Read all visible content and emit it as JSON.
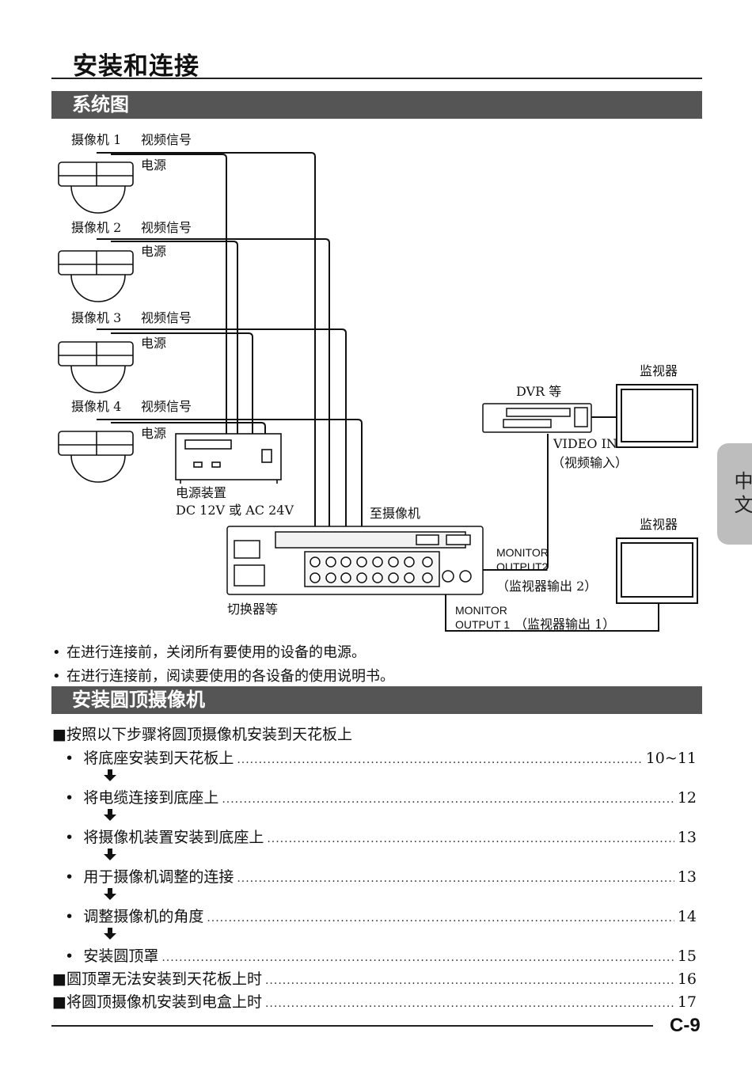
{
  "page_title": "安装和连接",
  "section1_title": "系统图",
  "diagram": {
    "cameras": [
      {
        "label": "摄像机 1",
        "video": "视频信号",
        "power": "电源"
      },
      {
        "label": "摄像机 2",
        "video": "视频信号",
        "power": "电源"
      },
      {
        "label": "摄像机 3",
        "video": "视频信号",
        "power": "电源"
      },
      {
        "label": "摄像机 4",
        "video": "视频信号",
        "power": "电源"
      }
    ],
    "power_unit_line1": "电源装置",
    "power_unit_line2": "DC 12V 或 AC 24V",
    "to_camera": "至摄像机",
    "switcher": "切换器等",
    "dvr": "DVR 等",
    "monitor1": "监视器",
    "monitor2": "监视器",
    "video_in": "VIDEO IN",
    "video_in_cn": "（视频输入）",
    "monitor_output2_a": "MONITOR",
    "monitor_output2_b": "OUTPUT2",
    "monitor_output2_cn": "（监视器输出 2）",
    "monitor_output1_a": "MONITOR",
    "monitor_output1_b": "OUTPUT 1",
    "monitor_output1_cn": "（监视器输出 1）"
  },
  "notes": [
    "在进行连接前，关闭所有要使用的设备的电源。",
    "在进行连接前，阅读要使用的各设备的使用说明书。"
  ],
  "section2_title": "安装圆顶摄像机",
  "toc_heading": "按照以下步骤将圆顶摄像机安装到天花板上",
  "toc_steps": [
    {
      "text": "将底座安装到天花板上",
      "page": "10~11"
    },
    {
      "text": "将电缆连接到底座上",
      "page": "12"
    },
    {
      "text": "将摄像机装置安装到底座上",
      "page": "13"
    },
    {
      "text": "用于摄像机调整的连接",
      "page": "13"
    },
    {
      "text": "调整摄像机的角度",
      "page": "14"
    },
    {
      "text": "安装圆顶罩",
      "page": "15"
    }
  ],
  "toc_extra": [
    {
      "text": "圆顶罩无法安装到天花板上时",
      "page": "16"
    },
    {
      "text": "将圆顶摄像机安装到电盒上时",
      "page": "17"
    }
  ],
  "bullet": "•",
  "square": "■",
  "lang_tab": "中文",
  "page_number": "C-9"
}
